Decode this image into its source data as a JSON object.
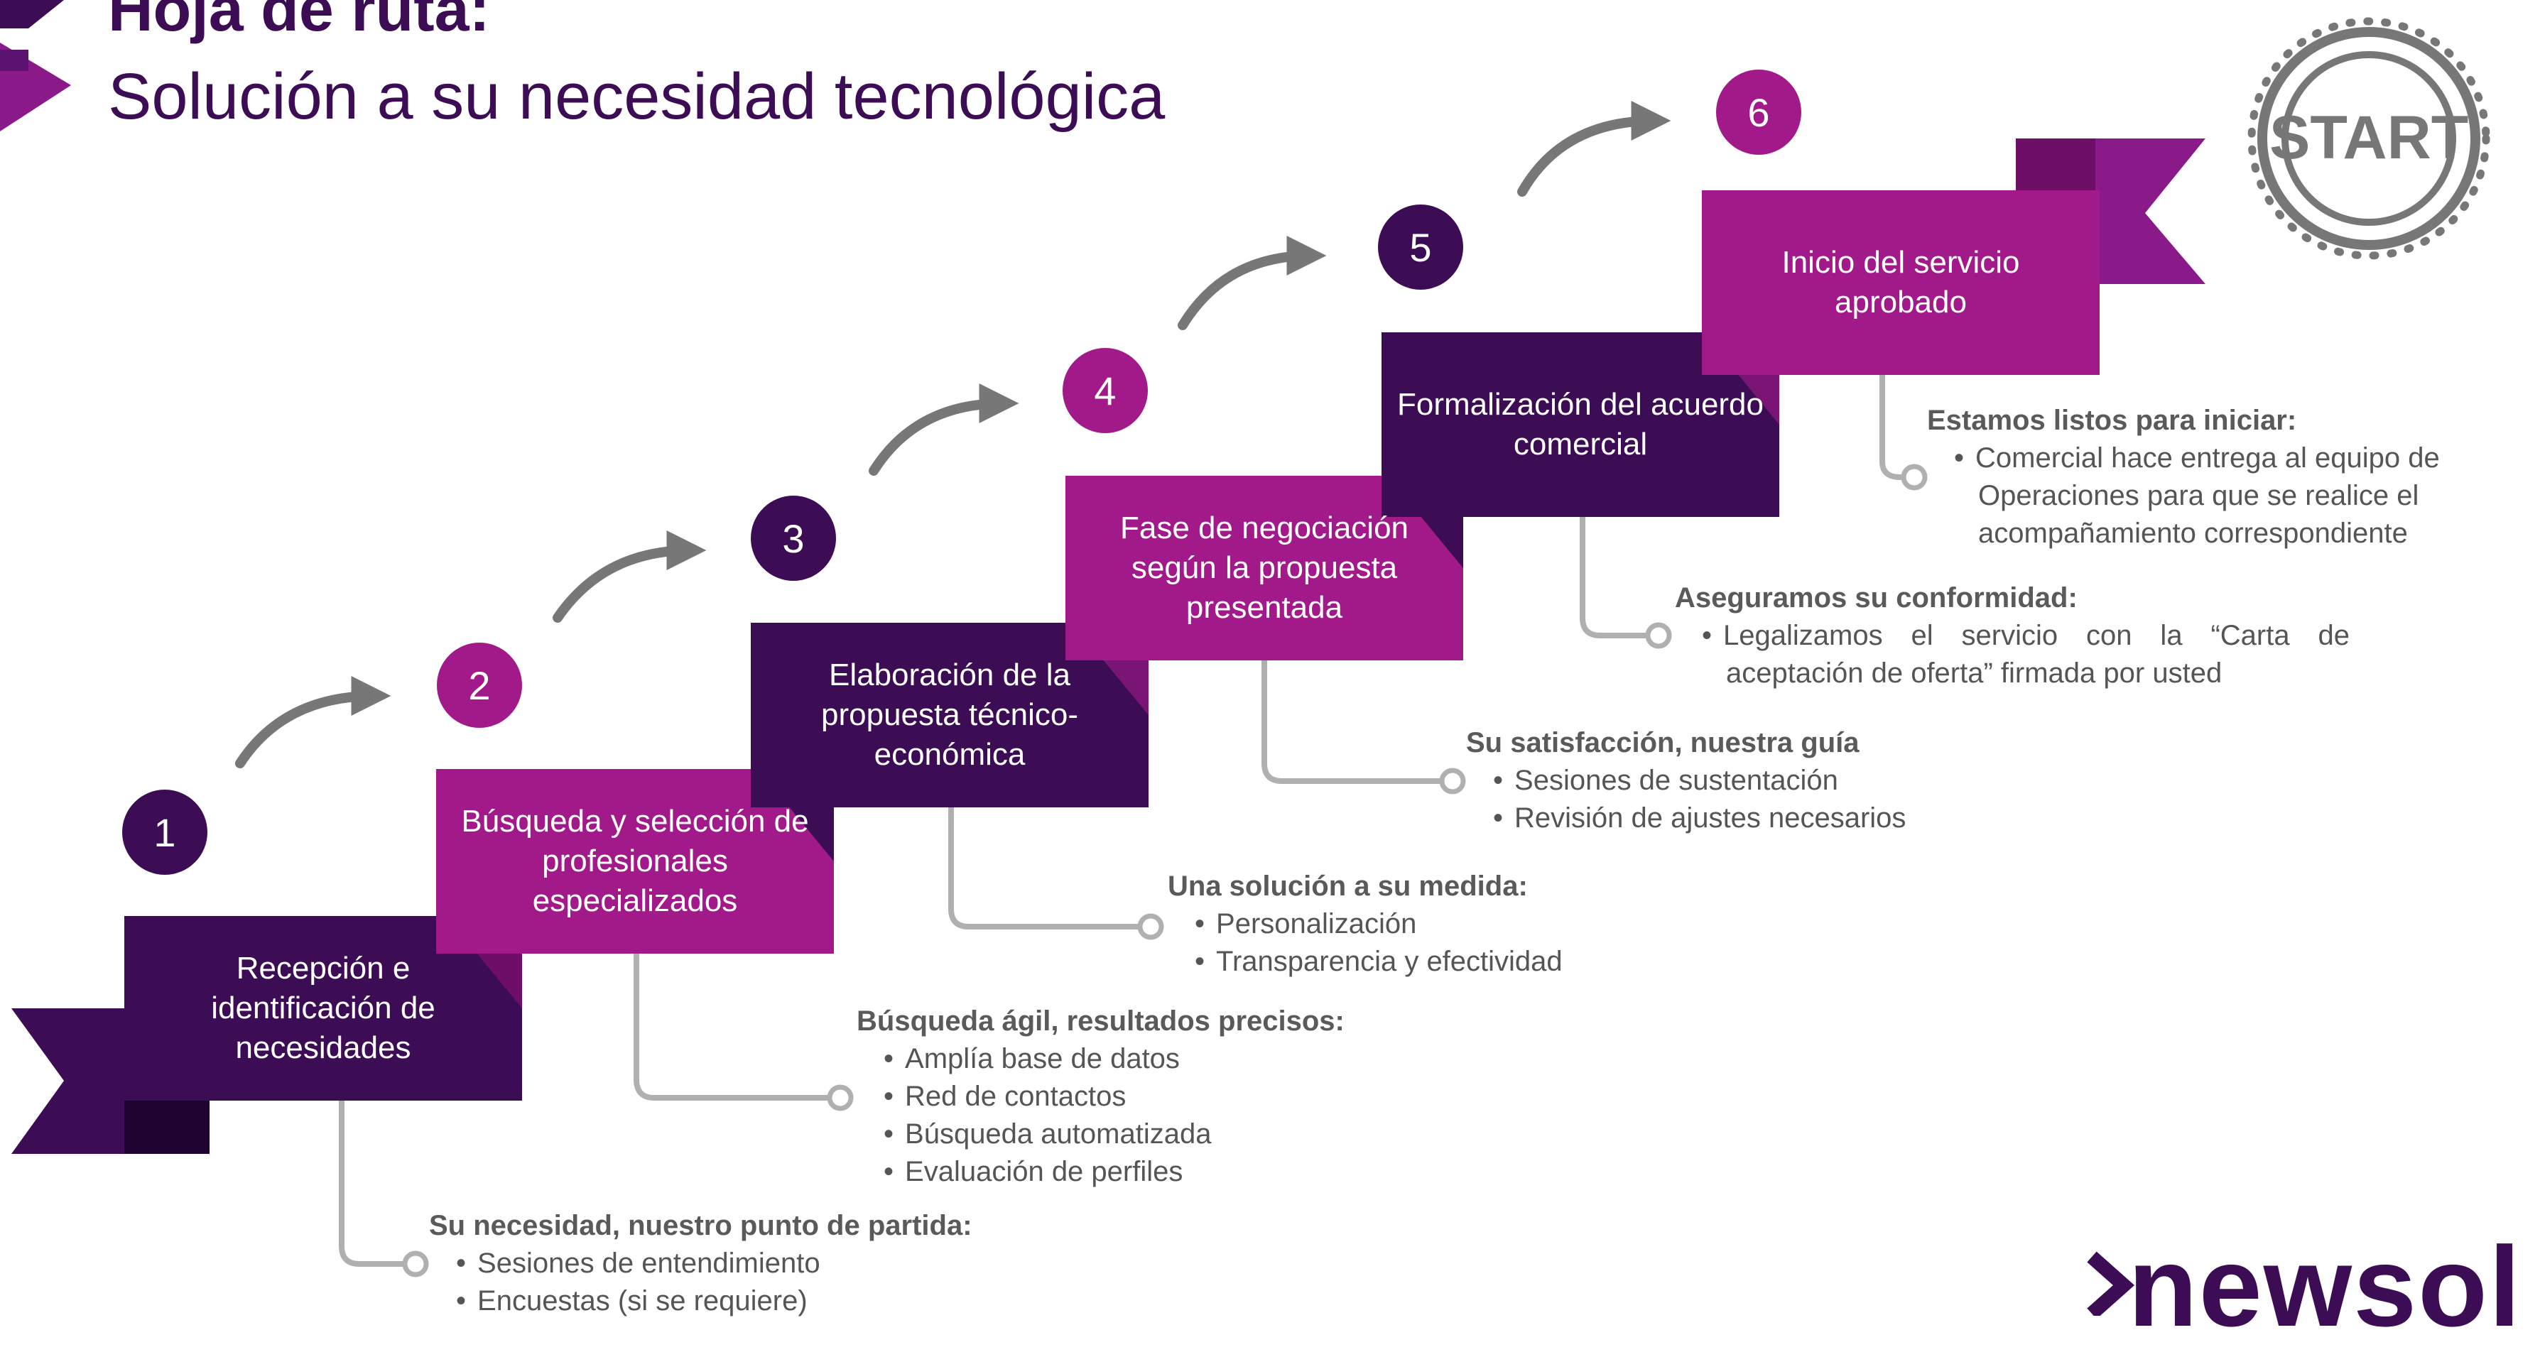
{
  "title": {
    "line1": "Hoja de ruta:",
    "line2": "Solución a su necesidad tecnológica"
  },
  "colors": {
    "dark_purple": "#3c0d55",
    "magenta": "#a2198a",
    "grey_line": "#aaaaaa",
    "arrow_grey": "#777777"
  },
  "steps": [
    {
      "number": "1",
      "label": "Recepción e identificación de necesidades",
      "desc_title": "Su necesidad, nuestro punto de partida:",
      "bullets": [
        "Sesiones de entendimiento",
        "Encuestas (si se requiere)"
      ]
    },
    {
      "number": "2",
      "label": "Búsqueda y selección de profesionales especializados",
      "desc_title": "Búsqueda ágil, resultados precisos:",
      "bullets": [
        "Amplía base de datos",
        "Red de contactos",
        "Búsqueda automatizada",
        "Evaluación de perfiles"
      ]
    },
    {
      "number": "3",
      "label": "Elaboración de la propuesta técnico-económica",
      "desc_title": "Una solución a su medida:",
      "bullets": [
        "Personalización",
        "Transparencia y efectividad"
      ]
    },
    {
      "number": "4",
      "label": "Fase de negociación según la propuesta presentada",
      "desc_title": "Su satisfacción, nuestra guía",
      "bullets": [
        "Sesiones de sustentación",
        "Revisión de ajustes necesarios"
      ]
    },
    {
      "number": "5",
      "label": "Formalización del acuerdo comercial",
      "desc_title": "Aseguramos su conformidad:",
      "bullets": [
        "Legalizamos el servicio con la “Carta de aceptación de oferta” firmada por usted"
      ]
    },
    {
      "number": "6",
      "label": "Inicio del servicio aprobado",
      "desc_title": "Estamos listos para iniciar:",
      "bullets": [
        "Comercial hace entrega al equipo de Operaciones para que se realice el acompañamiento correspondiente"
      ]
    }
  ],
  "start_badge": "START",
  "logo": "newsol"
}
